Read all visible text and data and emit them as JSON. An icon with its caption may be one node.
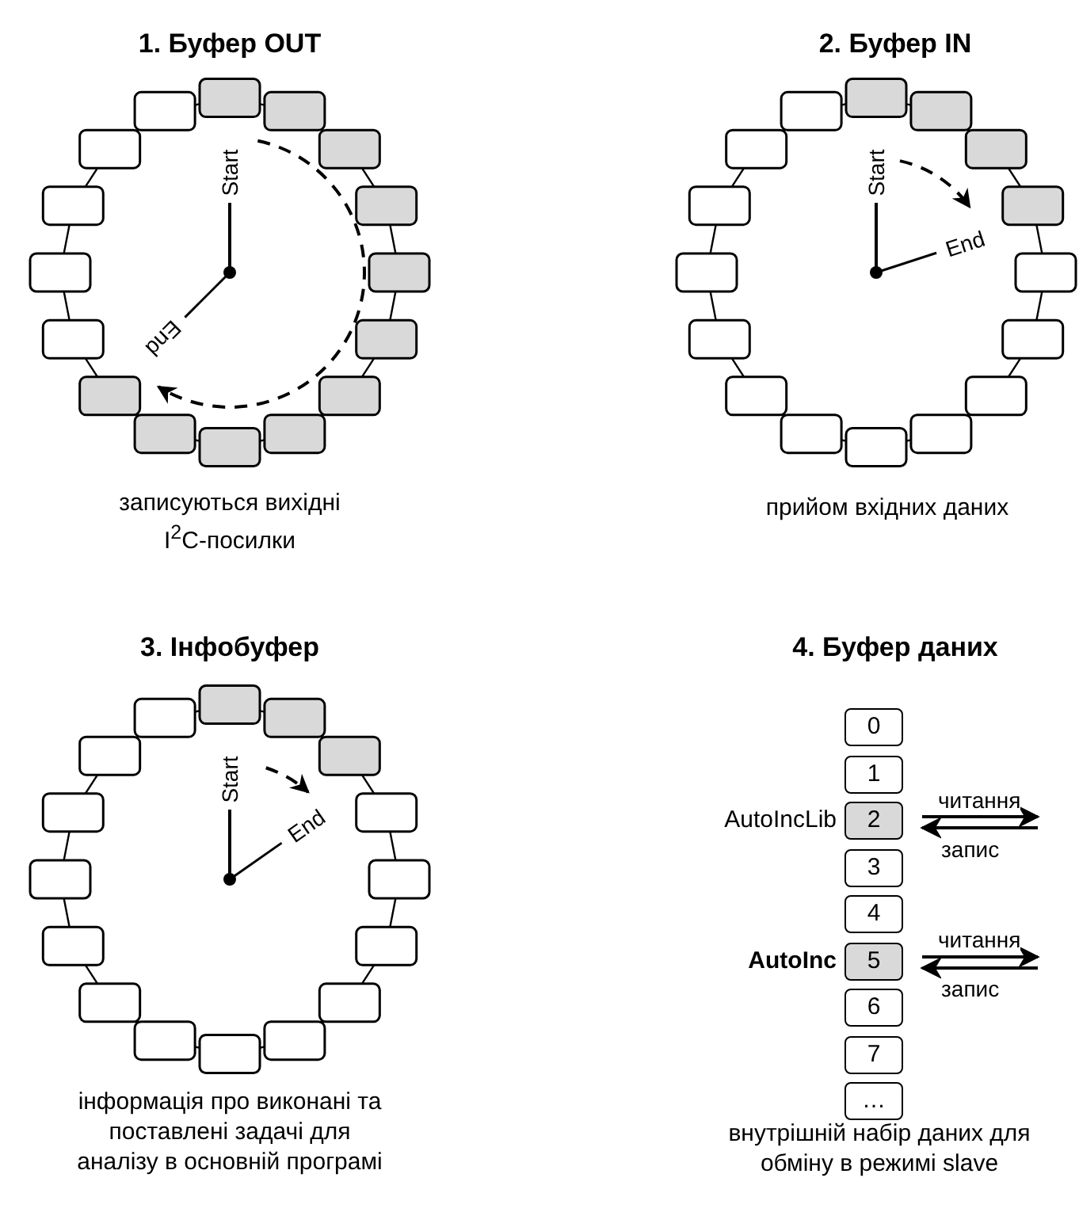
{
  "diagram": {
    "nodes": [
      {
        "text": [
          "0"
        ]
      },
      {
        "text": [
          "1"
        ]
      },
      {
        "text": [
          "2"
        ],
        "beside": [
          "AutoIncLib"
        ]
      },
      {
        "text": [
          "3"
        ]
      },
      {
        "text": [
          "4"
        ]
      },
      {
        "text": [
          "5"
        ],
        "beside": [
          "AutoInc"
        ]
      },
      {
        "text": [
          "6"
        ]
      },
      {
        "text": [
          "7"
        ]
      },
      {
        "text": [
          "…"
        ]
      }
    ],
    "labels": [
      "1. Буфер OUT",
      "2. Буфер IN",
      "Start",
      "End",
      "Start",
      "End",
      "записуються вихідні I$^{2}$C-посилки",
      "прийом вхідних даних",
      "3. Інфобуфер",
      "4. Буфер даних",
      "Start",
      "End",
      "читання",
      "запис",
      "читання",
      "запис",
      "інформація про виконані та поставлені задачі для аналізу в основній програмі",
      "внутрішній набір даних для обміну в режимі slave"
    ]
  }
}
